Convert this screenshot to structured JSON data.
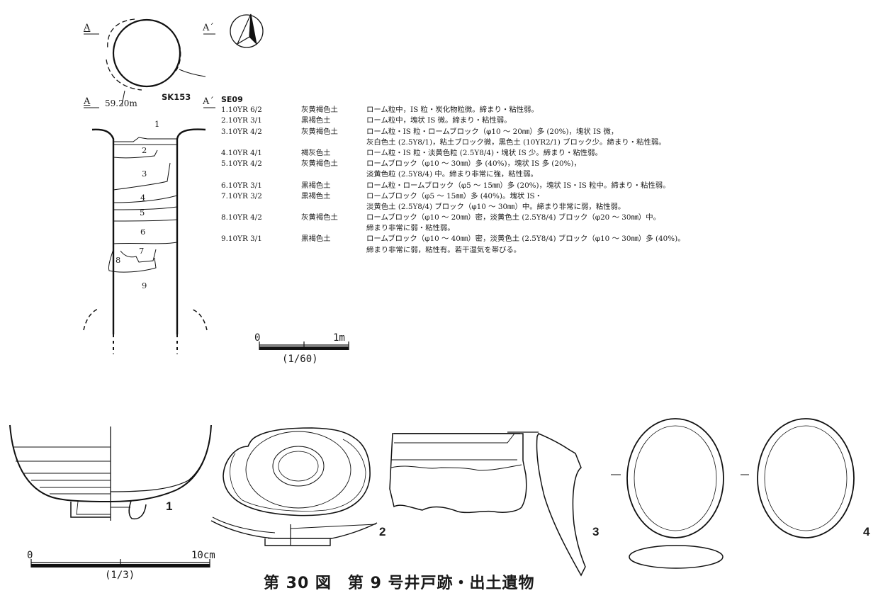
{
  "plan": {
    "section_a_left": "A",
    "section_a_right": "A´",
    "feature_label": "SK153"
  },
  "section": {
    "a_left": "A",
    "elevation": "59.20m",
    "a_right": "A´",
    "layer_numbers": [
      "1",
      "2",
      "3",
      "4",
      "5",
      "6",
      "7",
      "8",
      "9"
    ]
  },
  "legend": {
    "title": "SE09",
    "rows": [
      {
        "no": "1.10YR 6/2",
        "name": "灰黄褐色土",
        "desc": "ローム粒中，IS 粒・炭化物粒微。締まり・粘性弱。"
      },
      {
        "no": "2.10YR 3/1",
        "name": "黒褐色土",
        "desc": "ローム粒中，塊状 IS 微。締まり・粘性弱。"
      },
      {
        "no": "3.10YR 4/2",
        "name": "灰黄褐色土",
        "desc": "ローム粒・IS 粒・ロームブロック（φ10 ～ 20㎜）多 (20%)，塊状 IS 微，"
      },
      {
        "no": "",
        "name": "",
        "desc": "灰白色土 (2.5Y8/1)，粘土ブロック微，黒色土 (10YR2/1) ブロック少。締まり・粘性弱。"
      },
      {
        "no": "4.10YR 4/1",
        "name": "褐灰色土",
        "desc": "ローム粒・IS 粒・淡黄色粒 (2.5Y8/4)・塊状 IS 少。締まり・粘性弱。"
      },
      {
        "no": "5.10YR 4/2",
        "name": "灰黄褐色土",
        "desc": "ロームブロック（φ10 ～ 30㎜）多 (40%)，塊状 IS 多 (20%)，"
      },
      {
        "no": "",
        "name": "",
        "desc": "淡黄色粒 (2.5Y8/4) 中。締まり非常に強，粘性弱。"
      },
      {
        "no": "6.10YR 3/1",
        "name": "黒褐色土",
        "desc": "ローム粒・ロームブロック（φ5 ～ 15㎜）多 (20%)，塊状 IS・IS 粒中。締まり・粘性弱。"
      },
      {
        "no": "7.10YR 3/2",
        "name": "黒褐色土",
        "desc": "ロームブロック（φ5 ～ 15㎜）多 (40%)。塊状 IS・"
      },
      {
        "no": "",
        "name": "",
        "desc": "淡黄色土 (2.5Y8/4) ブロック（φ10 ～ 30㎜）中。締まり非常に弱，粘性弱。"
      },
      {
        "no": "8.10YR 4/2",
        "name": "灰黄褐色土",
        "desc": "ロームブロック（φ10 ～ 20㎜）密，淡黄色土 (2.5Y8/4) ブロック（φ20 ～ 30㎜）中。"
      },
      {
        "no": "",
        "name": "",
        "desc": "締まり非常に弱・粘性弱。"
      },
      {
        "no": "9.10YR 3/1",
        "name": "黒褐色土",
        "desc": "ロームブロック（φ10 ～ 40㎜）密，淡黄色土 (2.5Y8/4) ブロック（φ10 ～ 30㎜）多 (40%)。"
      },
      {
        "no": "",
        "name": "",
        "desc": "締まり非常に弱，粘性有。若干湿気を帯びる。"
      }
    ]
  },
  "scale_feature": {
    "start": "0",
    "end": "1m",
    "ratio": "(1/60)"
  },
  "scale_artifact": {
    "start": "0",
    "end": "10cm",
    "ratio": "(1/3)"
  },
  "artifacts": {
    "n1": "1",
    "n2": "2",
    "n3": "3",
    "n4": "4"
  },
  "caption": "第 30 図　第 9 号井戸跡・出土遺物"
}
